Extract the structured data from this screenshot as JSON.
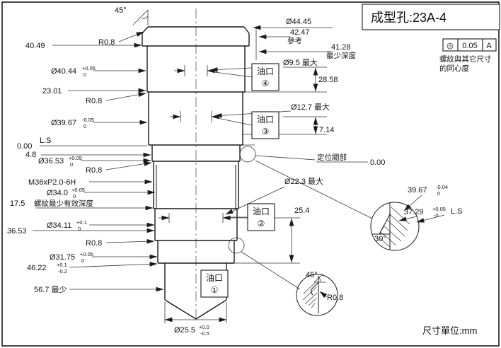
{
  "title_block": {
    "title": "成型孔:23A-4"
  },
  "tolerance_frame": {
    "symbol": "◎",
    "value": "0.05",
    "datum": "A",
    "note_line1": "螺紋與其它尺寸",
    "note_line2": "的同心度"
  },
  "footer": {
    "unit_label": "尺寸單位:mm"
  },
  "oil_port": {
    "label": "油口",
    "n1": "①",
    "n2": "②",
    "n3": "③",
    "n4": "④"
  },
  "dims": {
    "deg45": "45°",
    "deg30": "30°",
    "r0_8": "R0.8",
    "ls": "L.S",
    "zero": "0.00",
    "d40_49": "40.49",
    "d40_44": "Ø40.44",
    "d40_44_t": "+0.05",
    "d40_44_b": "0",
    "d23_01": "23.01",
    "d39_67": "Ø39.67",
    "d39_67_t": "-0.05",
    "d39_67_b": "0",
    "d4_8": "4.8",
    "d36_53_dia": "Ø36.53",
    "d36_53_t": "+0.05",
    "d36_53_b": "0",
    "thread": "M36xP2.0-6H",
    "d34_0": "Ø34.0",
    "d34_0_t": "+0.05",
    "d34_0_b": "0",
    "d17_5": "17.5",
    "thread_note": "螺紋最少有效深度",
    "d34_11": "Ø34.11",
    "d34_11_t": "+0.1",
    "d34_11_b": "0",
    "d36_53": "36.53",
    "d31_75": "Ø31.75",
    "d31_75_t": "+0.05",
    "d31_75_b": "0",
    "d46_22": "46.22",
    "d46_22_t": "+0.1",
    "d46_22_b": "-0.2",
    "d56_7": "56.7 最少",
    "d44_45": "Ø44.45",
    "d42_47": "42.47",
    "ref_note": "參考",
    "d41_28": "41.28",
    "min_depth_note": "最少深度",
    "d9_5": "Ø9.5 最大",
    "d28_58": "28.58",
    "d12_7": "Ø12.7 最大",
    "d7_14": "7.14",
    "locating_note": "定位閥部",
    "d22_3": "Ø22.3 最大",
    "d25_4": "25.4",
    "d39_67r": "39.67",
    "d39_67r_t": "-0.04",
    "d39_67r_b": "0",
    "d37_29": "37.29",
    "d37_29_t": "+0.05",
    "d37_29_b": "-0",
    "d25_5": "Ø25.5",
    "d25_5_t": "+0.0",
    "d25_5_b": "-0.5"
  }
}
